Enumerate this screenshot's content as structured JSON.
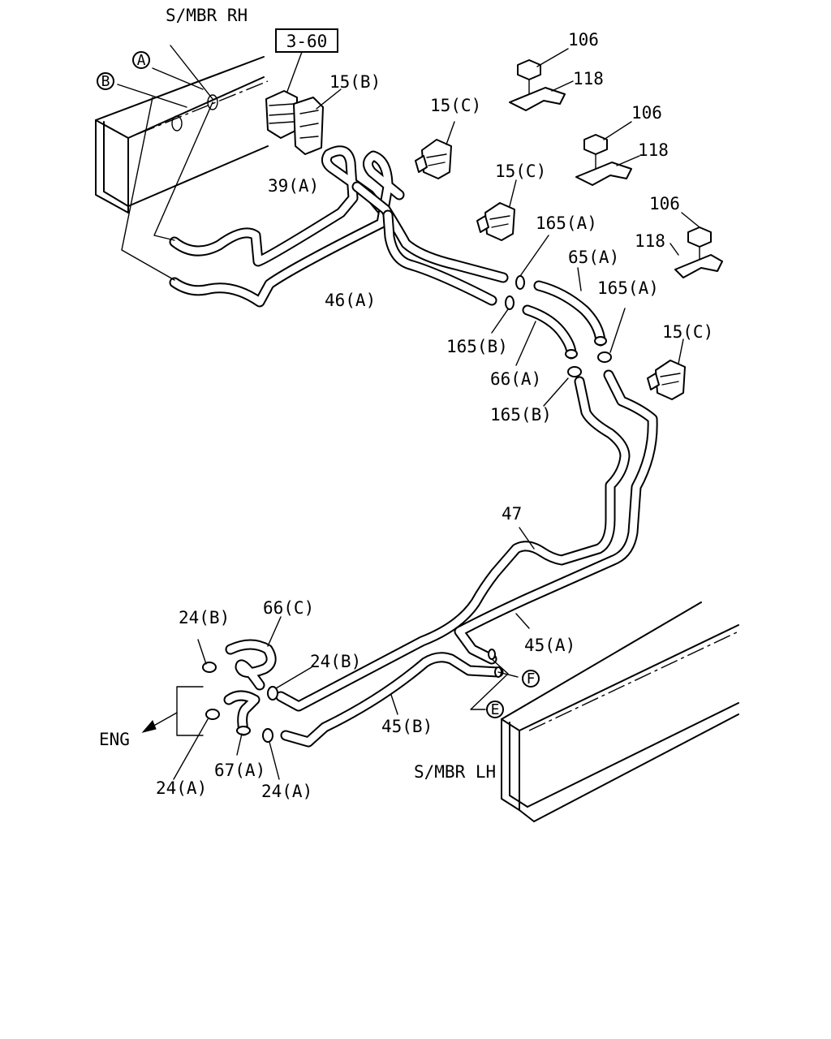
{
  "labels": {
    "smbr_rh": "S/MBR RH",
    "smbr_lh": "S/MBR LH",
    "eng": "ENG",
    "ref_box": "3-60",
    "part_15b": "15(B)",
    "part_15c": "15(C)",
    "part_106": "106",
    "part_118": "118",
    "part_39a": "39(A)",
    "part_46a": "46(A)",
    "part_165a": "165(A)",
    "part_165b": "165(B)",
    "part_65a": "65(A)",
    "part_66a": "66(A)",
    "part_47": "47",
    "part_45a": "45(A)",
    "part_45b": "45(B)",
    "part_66c": "66(C)",
    "part_24a": "24(A)",
    "part_24b": "24(B)",
    "part_67a": "67(A)"
  },
  "callouts": {
    "a": "A",
    "b": "B",
    "e": "E",
    "f": "F"
  }
}
